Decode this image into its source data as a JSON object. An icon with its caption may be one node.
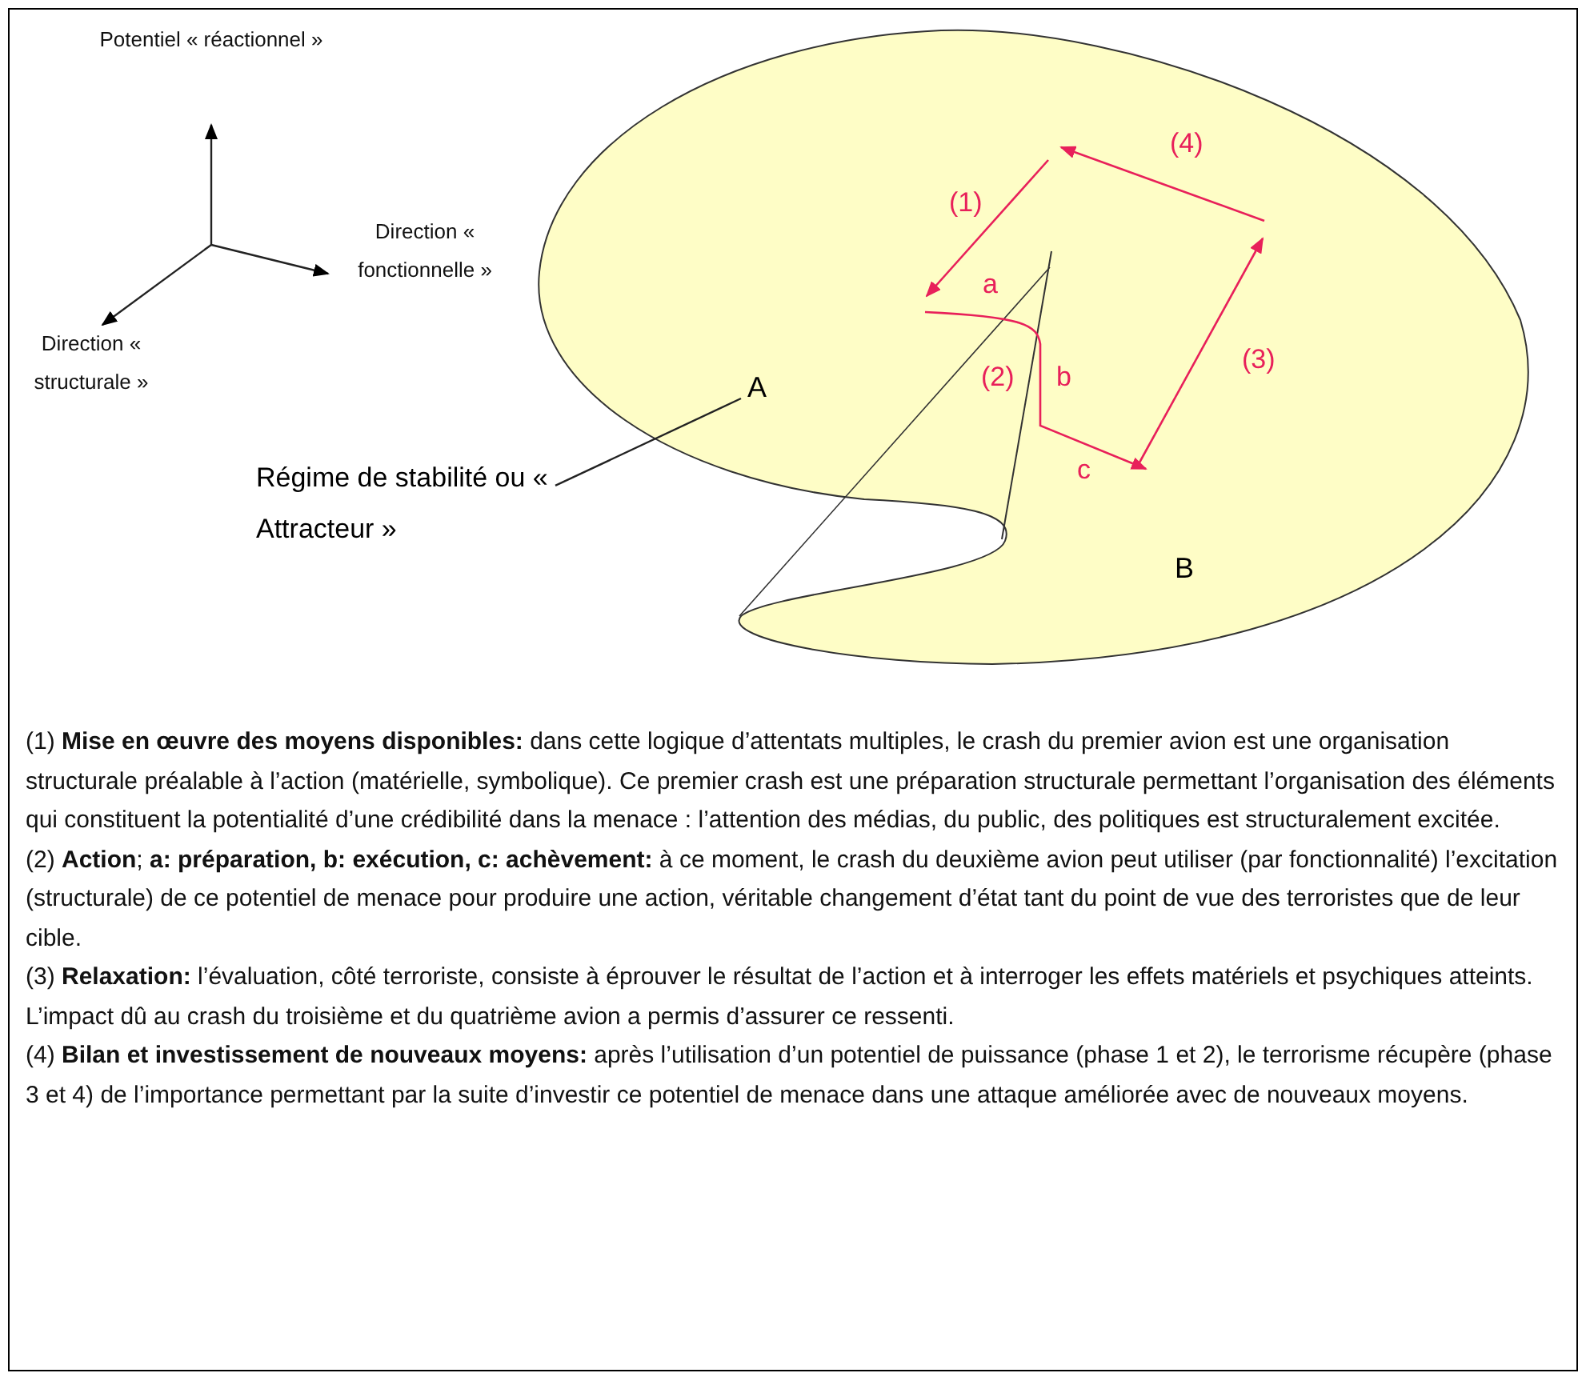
{
  "diagram": {
    "nodes": [
      {
        "text": [
          "Régime de stabilité ou « Attracteur »"
        ]
      },
      {
        "text": [
          "A"
        ]
      }
    ],
    "edges": [
      {
        "from": 0,
        "to": 1,
        "arrow": "none"
      }
    ],
    "labels": [
      "Potentiel « réactionnel »",
      "Direction « fonctionnelle »",
      "Direction « structurale »",
      "(4)",
      "(1)",
      "a",
      "(3)",
      "(2)",
      "b",
      "c",
      "B",
      "(1) **Mise en œuvre des moyens disponibles:** dans cette logique d’attentats multiples, le crash du premier avion est une organisation structurale préalable à l’action (matérielle, symbolique). Ce premier crash est une préparation structurale permettant l’organisation des éléments qui constituent la potentialité d’une crédibilité dans la menace : l’attention des médias, du public, des politiques est structuralement excitée.",
      "(2) **Action**; **a: préparation, b: exécution, c: achèvement:** à ce moment, le crash du deuxième avion peut utiliser (par fonctionnalité) l’excitation (structurale) de ce potentiel de menace pour produire une action, véritable changement d’état tant du point de vue des terroristes que de leur cible.",
      "(3) **Relaxation:** l’évaluation, côté terroriste, consiste à éprouver le résultat de l’action et à interroger les effets matériels et psychiques atteints. L’impact dû au crash du troisième et du quatrième avion a permis d’assurer ce ressenti.",
      "(4) **Bilan et investissement de nouveaux moyens:** après l’utilisation d’un potentiel de puissance (phase 1 et 2), le terrorisme récupère (phase 3 et 4) de l’importance permettant par la suite d’investir ce potentiel de menace dans une attaque améliorée avec de nouveaux moyens."
    ]
  }
}
